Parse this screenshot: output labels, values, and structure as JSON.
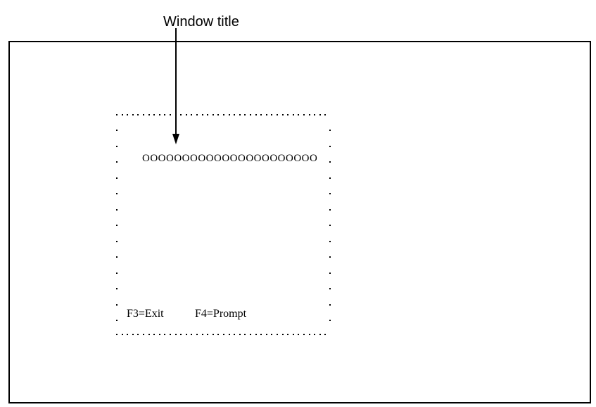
{
  "callout": {
    "label": "Window title"
  },
  "window": {
    "title": "OOOOOOOOOOOOOOOOOOOOOO",
    "function_keys": [
      {
        "label": "F3=Exit"
      },
      {
        "label": "F4=Prompt"
      }
    ]
  }
}
